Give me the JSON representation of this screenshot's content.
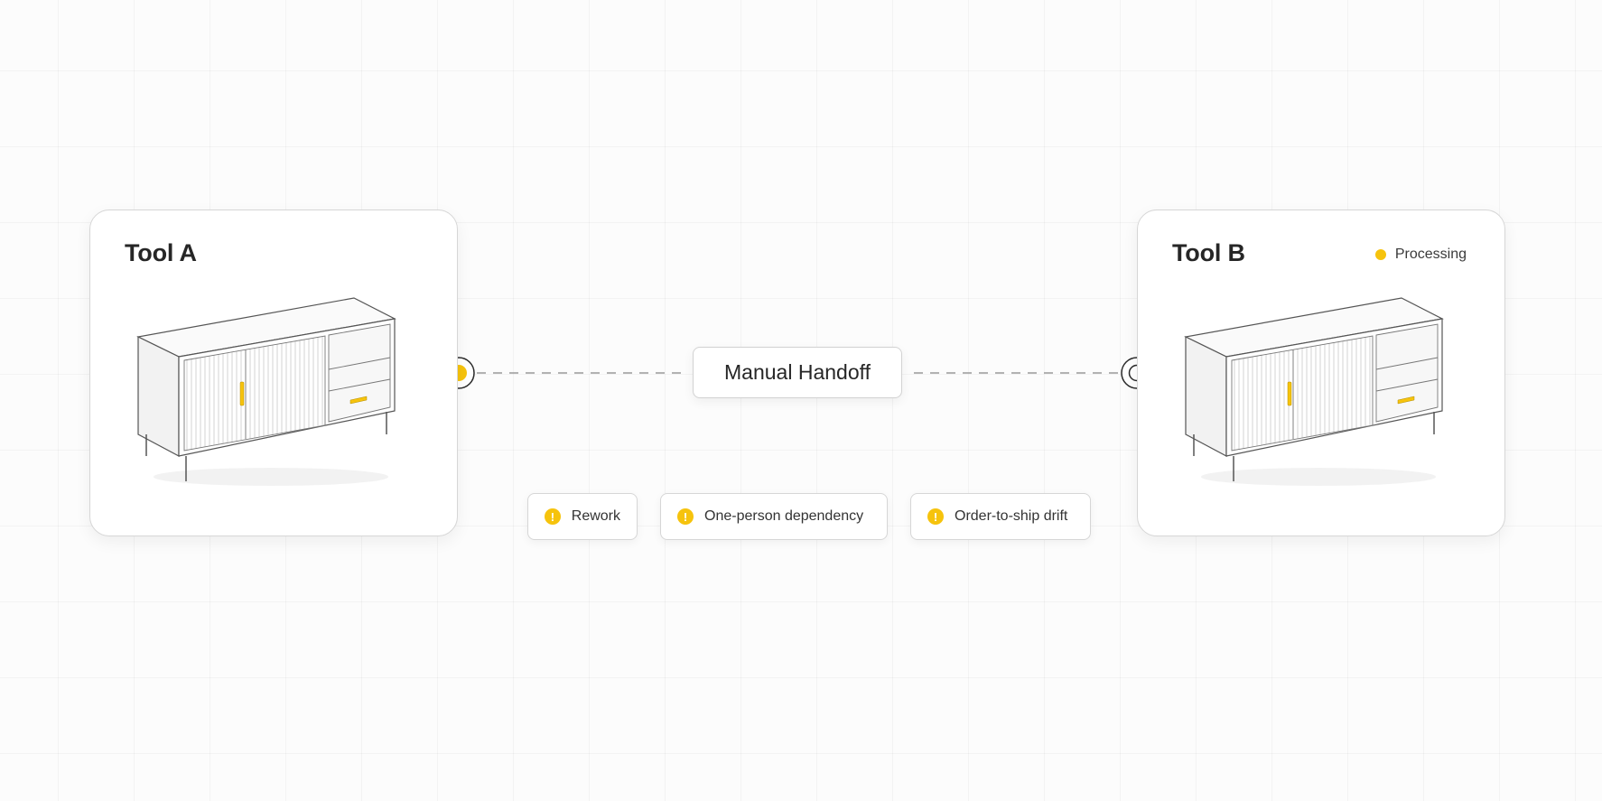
{
  "tool_a": {
    "title": "Tool A"
  },
  "tool_b": {
    "title": "Tool B",
    "status": "Processing"
  },
  "handoff": {
    "label": "Manual Handoff"
  },
  "issues": [
    {
      "label": "Rework",
      "icon": "warning-icon"
    },
    {
      "label": "One-person dependency",
      "icon": "warning-icon"
    },
    {
      "label": "Order-to-ship drift",
      "icon": "warning-icon"
    }
  ],
  "colors": {
    "accent": "#f6c30d",
    "line": "#9a9a9a",
    "border": "#d6d6d6",
    "text": "#262626"
  }
}
